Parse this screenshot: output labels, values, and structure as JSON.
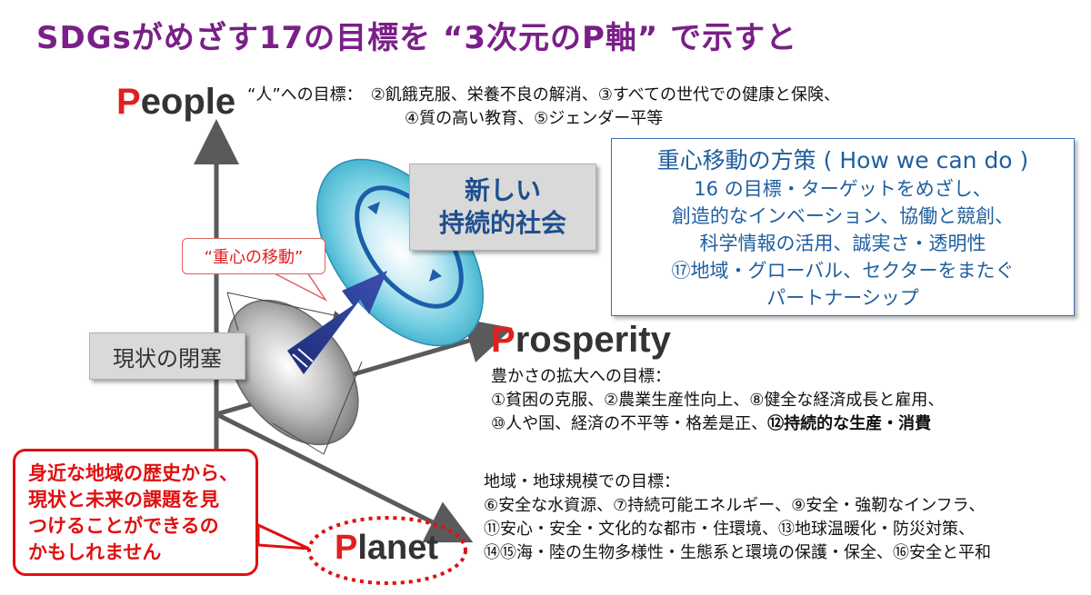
{
  "title": "SDGsがめざす17の目標を “3次元のP軸” で示すと",
  "axes": {
    "people": {
      "cap": "P",
      "rest": "eople"
    },
    "prosperity": {
      "cap": "P",
      "rest": "rosperity"
    },
    "planet": {
      "cap": "P",
      "rest": "lanet"
    }
  },
  "people_goals": {
    "line1": "“人”への目標：　②飢餓克服、栄養不良の解消、③すべての世代での健康と保険、",
    "line2": "④質の高い教育、⑤ジェンダー平等"
  },
  "prosperity_goals": {
    "heading": "豊かさの拡大への目標：",
    "line1": "①貧困の克服、②農業生産性向上、⑧健全な経済成長と雇用、",
    "line2_normal": "⑩人や国、経済の不平等・格差是正、",
    "line2_bold": "⑫持続的な生産・消費"
  },
  "planet_goals": {
    "heading": "地域・地球規模での目標：",
    "line1": "⑥安全な水資源、⑦持続可能エネルギー、⑨安全・強靭なインフラ、",
    "line2": "⑪安心・安全・文化的な都市・住環境、⑬地球温暖化・防災対策、",
    "line3": "⑭⑮海・陸の生物多様性・生態系と環境の保護・保全、⑯安全と平和"
  },
  "new_society": {
    "line1": "新しい",
    "line2": "持続的社会"
  },
  "status_quo": "現状の閉塞",
  "callout": "“重心の移動”",
  "strategy": {
    "heading": "重心移動の方策 ( How we can do )",
    "line1": "16 の目標・ターゲットをめざし、",
    "line2": "創造的なインベーション、協働と競創、",
    "line3": "科学情報の活用、誠実さ・透明性",
    "line4": "⑰地域・グローバル、セクターをまたぐ",
    "line5": "パートナーシップ"
  },
  "red_note": {
    "line1": "身近な地域の歴史から、",
    "line2": "現状と未来の課題を見",
    "line3": "つけることができるの",
    "line4": "かもしれません"
  },
  "colors": {
    "title": "#7a1f88",
    "axis_initial": "#e02020",
    "axis_line": "#5a5a5a",
    "strategy_text": "#1f5f9e",
    "new_society_text": "#1f4e8c",
    "shift_arrow": "#2a3a8c",
    "note_red": "#e01010"
  }
}
